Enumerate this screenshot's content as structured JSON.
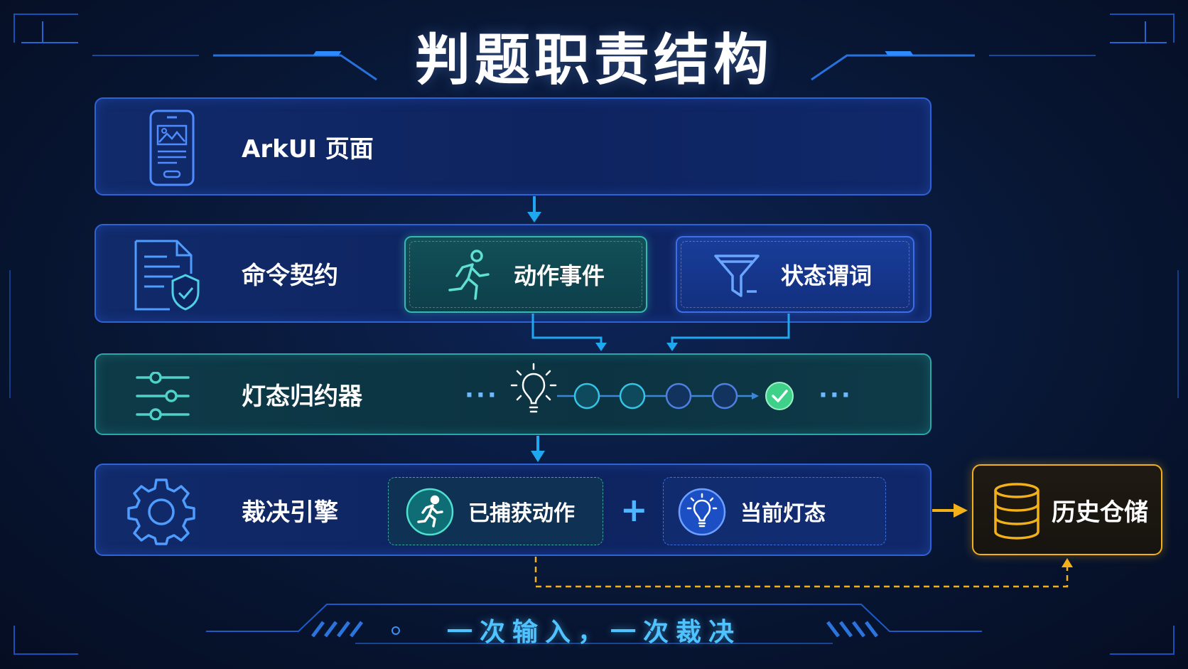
{
  "title": "判题职责结构",
  "rows": {
    "ui": {
      "label": "ArkUI 页面",
      "icon": "phone-icon"
    },
    "contract": {
      "label": "命令契约",
      "icon": "document-shield-icon",
      "chips": [
        {
          "label": "动作事件",
          "icon": "running-person-icon"
        },
        {
          "label": "状态谓词",
          "icon": "filter-icon"
        }
      ]
    },
    "reducer": {
      "label": "灯态归约器",
      "icon": "sliders-icon",
      "sequence": {
        "start_icon": "lightbulb-icon",
        "end_icon": "check-icon",
        "leading_dots": "···",
        "trailing_dots": "···"
      }
    },
    "engine": {
      "label": "裁决引擎",
      "icon": "gear-icon",
      "inputs": [
        {
          "label": "已捕获动作",
          "icon": "running-person-icon"
        },
        {
          "label": "当前灯态",
          "icon": "lightbulb-icon"
        }
      ],
      "operator": "+"
    }
  },
  "storage": {
    "label": "历史仓储",
    "icon": "database-icon"
  },
  "footer": "一次输入，一次裁决",
  "colors": {
    "background": "#081735",
    "blue_border": "#2f62d6",
    "teal_border": "#2ba7a8",
    "arrow_blue": "#1fa8f0",
    "storage_orange": "#f2b019",
    "check_green": "#3fd08a"
  }
}
